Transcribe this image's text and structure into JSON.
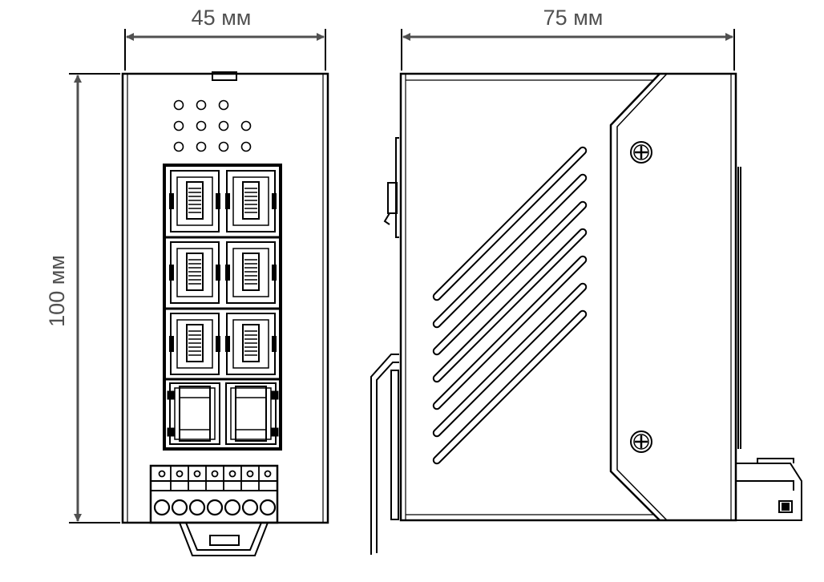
{
  "dimensions": {
    "front_width_label": "45 мм",
    "side_depth_label": "75 мм",
    "height_label": "100 мм"
  },
  "colors": {
    "outline": "#000000",
    "dimension": "#505050",
    "background": "#ffffff"
  }
}
